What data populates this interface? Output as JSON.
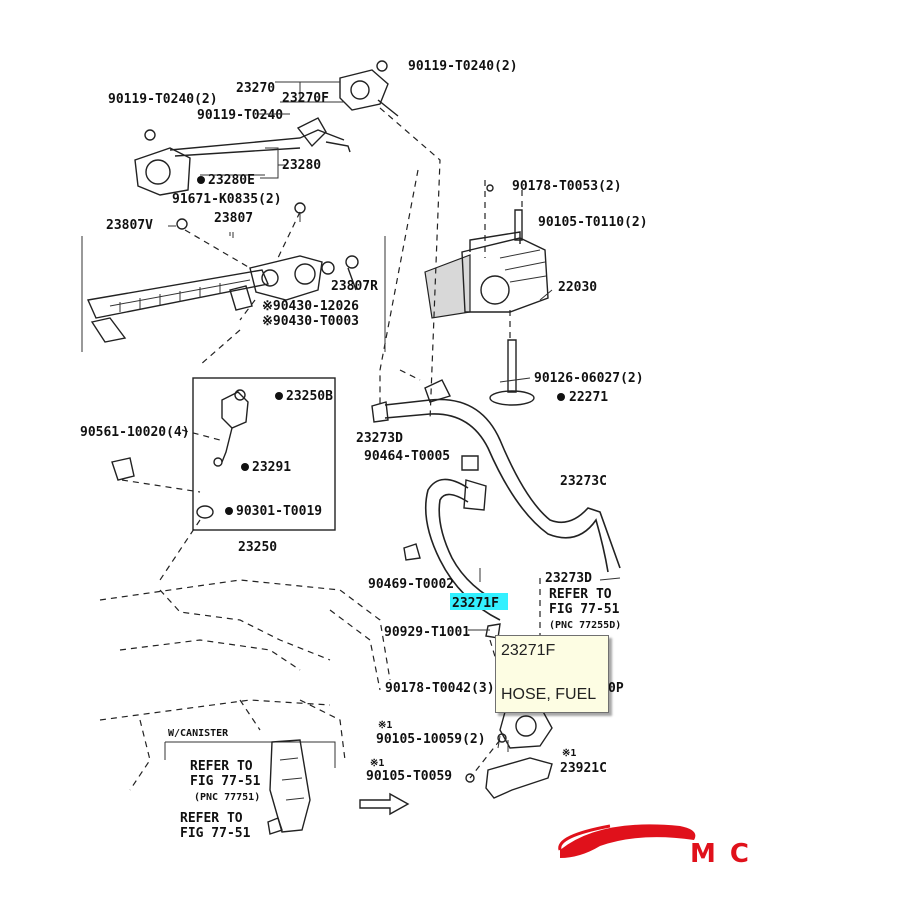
{
  "labels": {
    "l_90119_t0240_2_top": "90119-T0240(2)",
    "l_23270": "23270",
    "l_23270f": "23270F",
    "l_90119_t0240_2_left": "90119-T0240(2)",
    "l_90119_t0240": "90119-T0240",
    "l_23280": "23280",
    "l_23280e": "23280E",
    "l_91671": "91671-K0835(2)",
    "l_23807v": "23807V",
    "l_23807": "23807",
    "l_23807r": "23807R",
    "l_90430_12026": "※90430-12026",
    "l_90430_t0003": "※90430-T0003",
    "l_90178_t0053": "90178-T0053(2)",
    "l_90105_t0110": "90105-T0110(2)",
    "l_22030": "22030",
    "l_90126": "90126-06027(2)",
    "l_22271": "22271",
    "l_23250b": "23250B",
    "l_90561": "90561-10020(4)",
    "l_23291": "23291",
    "l_90301": "90301-T0019",
    "l_23250": "23250",
    "l_23273d_a": "23273D",
    "l_90464": "90464-T0005",
    "l_23273c": "23273C",
    "l_23273d_b": "23273D",
    "l_refer_1a": "REFER TO",
    "l_refer_1b": "FIG 77-51",
    "l_pnc_1": "(PNC 77255D)",
    "l_90469": "90469-T0002",
    "l_23271f": "23271F",
    "l_90929": "90929-T1001",
    "l_90178_t0042": "90178-T0042(3)",
    "l_0p": "0P",
    "l_note1_a": "※1",
    "l_90105_10059": "90105-10059(2)",
    "l_note1_b": "※1",
    "l_note1_c": "※1",
    "l_90105_t0059": "90105-T0059",
    "l_23921c": "23921C",
    "l_w_canister": "W/CANISTER",
    "l_refer_2a": "REFER TO",
    "l_refer_2b": "FIG 77-51",
    "l_pnc_2": "(PNC 77751)",
    "l_refer_3a": "REFER TO",
    "l_refer_3b": "FIG 77-51"
  },
  "tooltip": {
    "part_no": "23271F",
    "description": "HOSE, FUEL"
  },
  "logo": {
    "text": "MC",
    "color": "#e0111b"
  },
  "highlight_color": "#33f0ff"
}
